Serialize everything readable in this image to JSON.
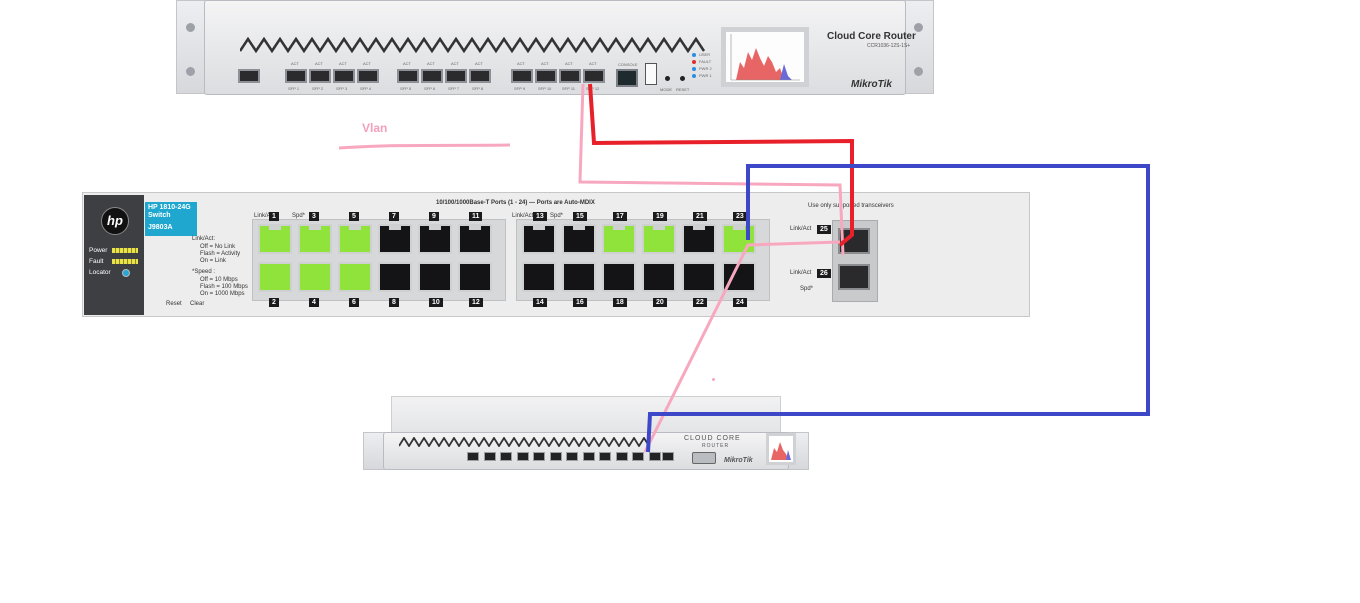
{
  "vlan_label": "Vlan",
  "router_top": {
    "brand_title": "Cloud Core Router",
    "model": "CCR1036-12S-1S+",
    "logo": "MikroTik",
    "status_leds": [
      "USER",
      "FAULT",
      "PWR 2",
      "PWR 1"
    ],
    "sfp_labels": [
      "SFP 1",
      "SFP 2",
      "SFP 3",
      "SFP 4",
      "SFP 5",
      "SFP 6",
      "SFP 7",
      "SFP 8",
      "SFP 9",
      "SFP 10",
      "SFP 11",
      "SFP 12"
    ],
    "act_label": "ACT",
    "console_label": "CONSOLE",
    "mode_label": "MODE",
    "reset_label": "RESET"
  },
  "hp_switch": {
    "logo": "hp",
    "model_line1": "HP 1810-24G",
    "model_line2": "Switch",
    "part_number": "J9803A",
    "led_labels": [
      "Power",
      "Fault",
      "Locator"
    ],
    "legend_link_title": "Link/Act:",
    "legend_link_items": [
      "Off = No Link",
      "Flash = Activity",
      "On = Link"
    ],
    "legend_speed_title": "*Speed :",
    "legend_speed_items": [
      "Off = 10 Mbps",
      "Flash = 100 Mbps",
      "On = 1000 Mbps"
    ],
    "reset_label": "Reset",
    "clear_label": "Clear",
    "ports_banner": "10/100/1000Base-T Ports (1 - 24) — Ports are Auto-MDIX",
    "link_act_label": "Link/Act",
    "spd_label": "Spd*",
    "sfp_note": "Use only supported transceivers",
    "top_port_numbers": [
      "1",
      "3",
      "5",
      "7",
      "9",
      "11",
      "13",
      "15",
      "17",
      "19",
      "21",
      "23"
    ],
    "bottom_port_numbers": [
      "2",
      "4",
      "6",
      "8",
      "10",
      "12",
      "14",
      "16",
      "18",
      "20",
      "22",
      "24"
    ],
    "top_port_active": [
      true,
      true,
      true,
      false,
      false,
      false,
      false,
      false,
      true,
      true,
      false,
      true
    ],
    "bottom_port_active": [
      true,
      true,
      true,
      false,
      false,
      false,
      false,
      false,
      false,
      false,
      false,
      false
    ],
    "sfp_port_numbers": [
      "25",
      "26"
    ]
  },
  "router_bottom": {
    "brand_title": "CLOUD CORE",
    "brand_sub": "ROUTER",
    "logo": "MikroTik",
    "port_count": 12
  },
  "cables": {
    "red": "#e8202a",
    "pink": "#f7a8bf",
    "blue": "#3d48c8"
  }
}
